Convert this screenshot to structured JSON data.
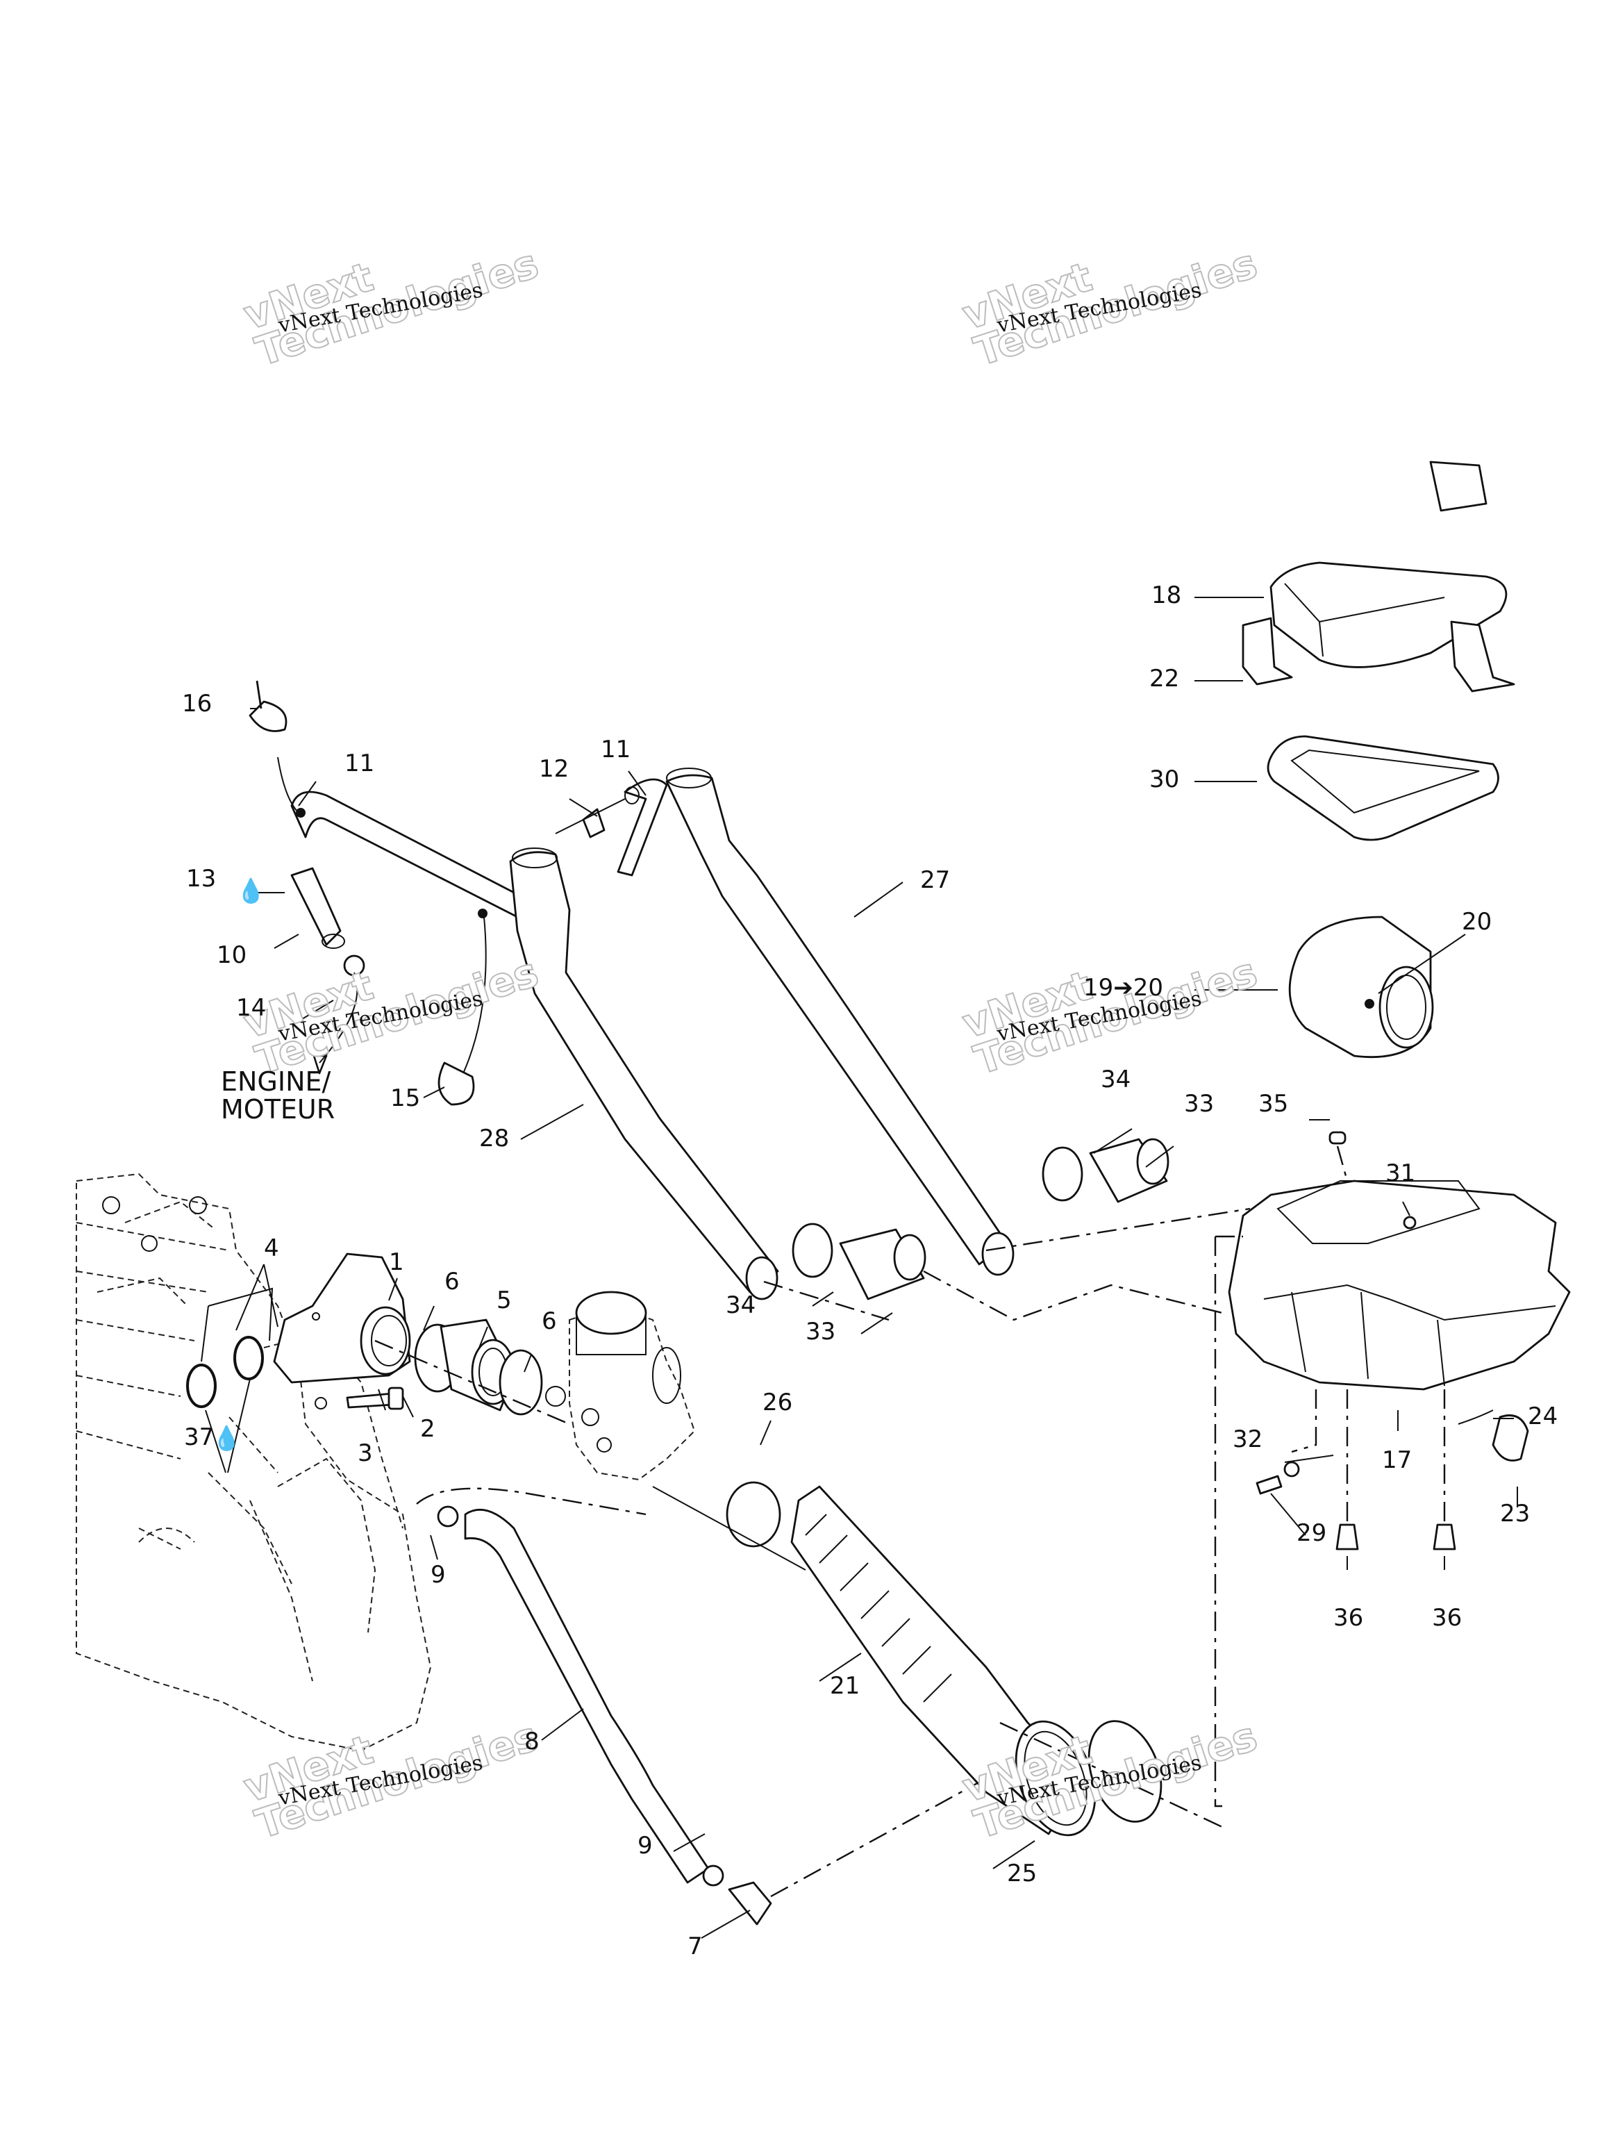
{
  "diagram": {
    "title": "Air intake system exploded view",
    "note_engine": "ENGINE/\nMOTEUR",
    "note_engine_line1": "ENGINE/",
    "note_engine_line2": "MOTEUR",
    "callouts": {
      "c1": "1",
      "c2": "2",
      "c3": "3",
      "c4": "4",
      "c5": "5",
      "c6a": "6",
      "c6b": "6",
      "c7": "7",
      "c8": "8",
      "c9a": "9",
      "c9b": "9",
      "c10": "10",
      "c11a": "11",
      "c11b": "11",
      "c12": "12",
      "c13": "13",
      "c14": "14",
      "c15": "15",
      "c16": "16",
      "c17": "17",
      "c18": "18",
      "c1920": "19➔20",
      "c20": "20",
      "c21": "21",
      "c22": "22",
      "c23": "23",
      "c24": "24",
      "c25": "25",
      "c26": "26",
      "c27": "27",
      "c28": "28",
      "c29": "29",
      "c30": "30",
      "c31": "31",
      "c32": "32",
      "c33a": "33",
      "c33b": "33",
      "c34a": "34",
      "c34b": "34",
      "c35": "35",
      "c36a": "36",
      "c36b": "36",
      "c37": "37"
    },
    "symbols": {
      "c13": "lubricant-drop",
      "c37": "lubricant-drop"
    }
  },
  "watermark": {
    "big_line1": "vNext",
    "big_line2": "Technologies",
    "small": "vNext Technologies"
  }
}
